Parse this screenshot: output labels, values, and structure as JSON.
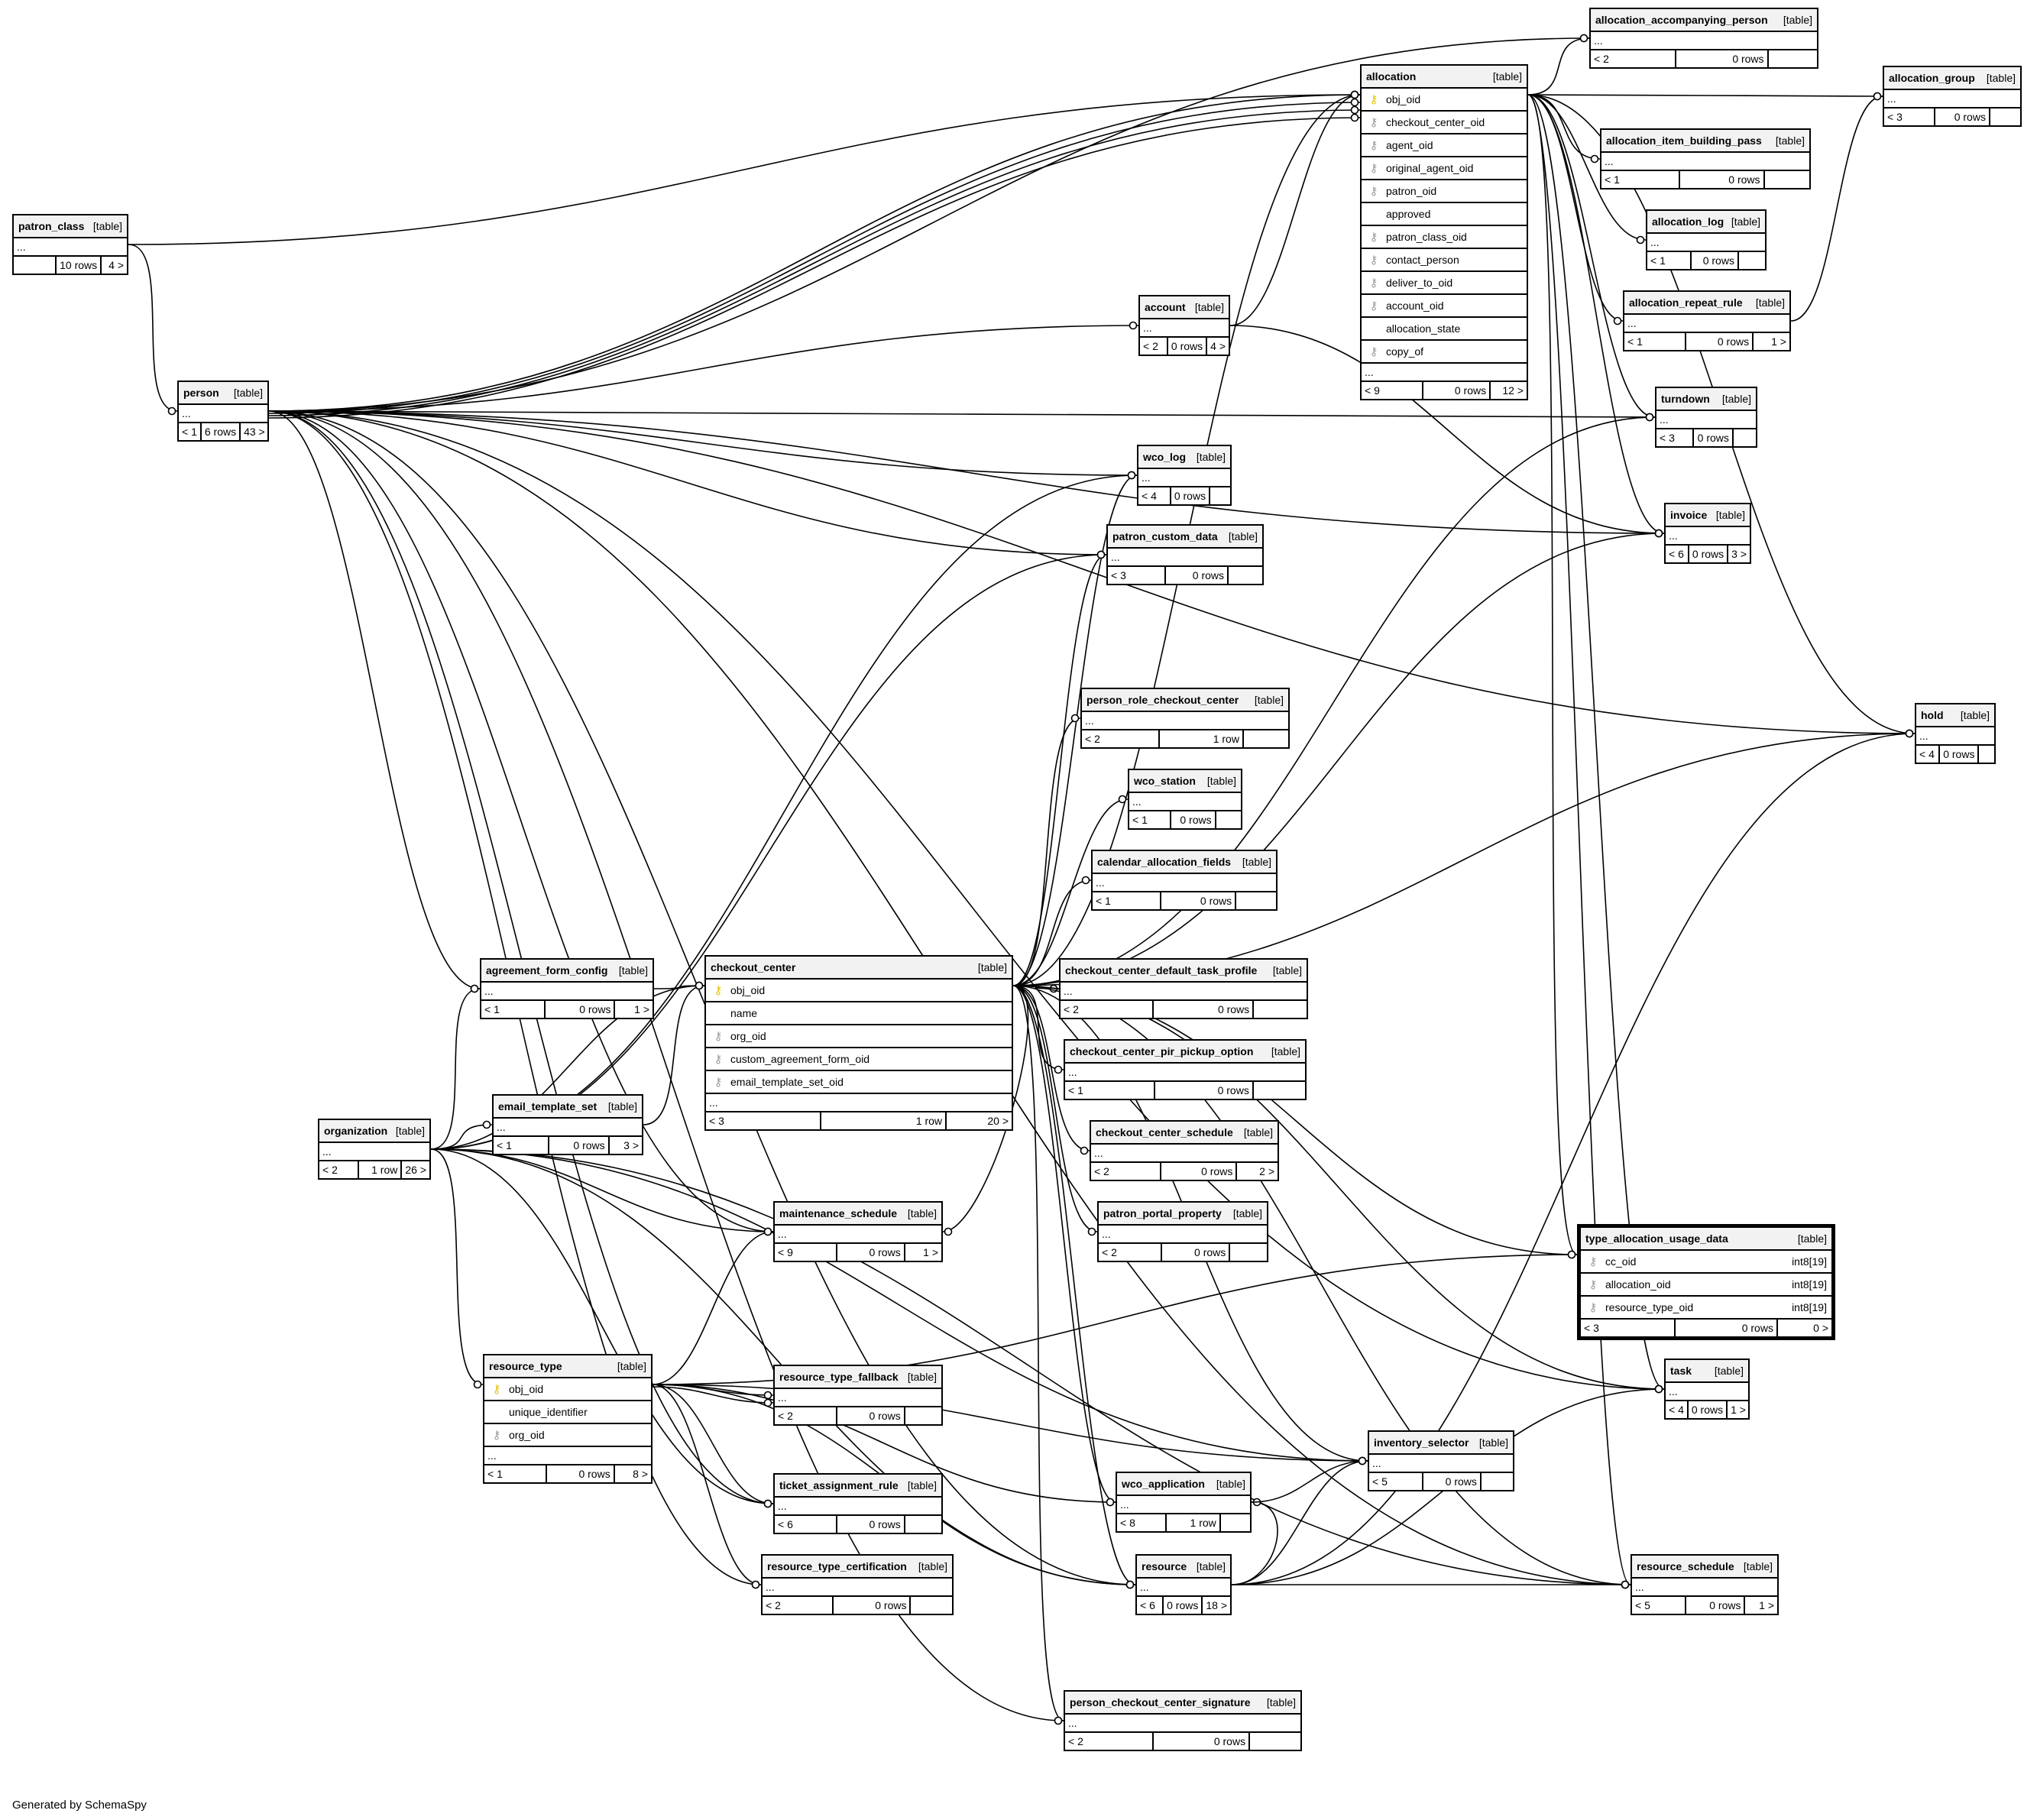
{
  "footer": "Generated by SchemaSpy",
  "tag": "[table]",
  "tables": [
    {
      "id": "allocation_accompanying_person",
      "name": "allocation_accompanying_person",
      "lt": "< 2",
      "rows": "0 rows",
      "gt": ""
    },
    {
      "id": "allocation",
      "name": "allocation",
      "lt": "< 9",
      "rows": "0 rows",
      "gt": "12 >",
      "columns": [
        {
          "icon": "pk",
          "name": "obj_oid"
        },
        {
          "icon": "fk",
          "name": "checkout_center_oid"
        },
        {
          "icon": "fk",
          "name": "agent_oid"
        },
        {
          "icon": "fk",
          "name": "original_agent_oid"
        },
        {
          "icon": "fk",
          "name": "patron_oid"
        },
        {
          "icon": "",
          "name": "approved"
        },
        {
          "icon": "fk",
          "name": "patron_class_oid"
        },
        {
          "icon": "fk",
          "name": "contact_person"
        },
        {
          "icon": "fk",
          "name": "deliver_to_oid"
        },
        {
          "icon": "fk",
          "name": "account_oid"
        },
        {
          "icon": "",
          "name": "allocation_state"
        },
        {
          "icon": "fk",
          "name": "copy_of"
        }
      ]
    },
    {
      "id": "allocation_group",
      "name": "allocation_group",
      "lt": "< 3",
      "rows": "0 rows",
      "gt": ""
    },
    {
      "id": "allocation_item_building_pass",
      "name": "allocation_item_building_pass",
      "lt": "< 1",
      "rows": "0 rows",
      "gt": ""
    },
    {
      "id": "allocation_log",
      "name": "allocation_log",
      "lt": "< 1",
      "rows": "0 rows",
      "gt": ""
    },
    {
      "id": "allocation_repeat_rule",
      "name": "allocation_repeat_rule",
      "lt": "< 1",
      "rows": "0 rows",
      "gt": "1 >"
    },
    {
      "id": "patron_class",
      "name": "patron_class",
      "lt": "",
      "rows": "10 rows",
      "gt": "4 >"
    },
    {
      "id": "account",
      "name": "account",
      "lt": "< 2",
      "rows": "0 rows",
      "gt": "4 >"
    },
    {
      "id": "turndown",
      "name": "turndown",
      "lt": "< 3",
      "rows": "0 rows",
      "gt": ""
    },
    {
      "id": "person",
      "name": "person",
      "lt": "< 1",
      "rows": "6 rows",
      "gt": "43 >"
    },
    {
      "id": "wco_log",
      "name": "wco_log",
      "lt": "< 4",
      "rows": "0 rows",
      "gt": ""
    },
    {
      "id": "invoice",
      "name": "invoice",
      "lt": "< 6",
      "rows": "0 rows",
      "gt": "3 >"
    },
    {
      "id": "patron_custom_data",
      "name": "patron_custom_data",
      "lt": "< 3",
      "rows": "0 rows",
      "gt": ""
    },
    {
      "id": "person_role_checkout_center",
      "name": "person_role_checkout_center",
      "lt": "< 2",
      "rows": "1 row",
      "gt": ""
    },
    {
      "id": "hold",
      "name": "hold",
      "lt": "< 4",
      "rows": "0 rows",
      "gt": ""
    },
    {
      "id": "wco_station",
      "name": "wco_station",
      "lt": "< 1",
      "rows": "0 rows",
      "gt": ""
    },
    {
      "id": "calendar_allocation_fields",
      "name": "calendar_allocation_fields",
      "lt": "< 1",
      "rows": "0 rows",
      "gt": ""
    },
    {
      "id": "agreement_form_config",
      "name": "agreement_form_config",
      "lt": "< 1",
      "rows": "0 rows",
      "gt": "1 >"
    },
    {
      "id": "checkout_center",
      "name": "checkout_center",
      "lt": "< 3",
      "rows": "1 row",
      "gt": "20 >",
      "columns": [
        {
          "icon": "pk",
          "name": "obj_oid"
        },
        {
          "icon": "",
          "name": "name"
        },
        {
          "icon": "fk",
          "name": "org_oid"
        },
        {
          "icon": "fk",
          "name": "custom_agreement_form_oid"
        },
        {
          "icon": "fk",
          "name": "email_template_set_oid"
        }
      ]
    },
    {
      "id": "checkout_center_default_task_profile",
      "name": "checkout_center_default_task_profile",
      "lt": "< 2",
      "rows": "0 rows",
      "gt": ""
    },
    {
      "id": "checkout_center_pir_pickup_option",
      "name": "checkout_center_pir_pickup_option",
      "lt": "< 1",
      "rows": "0 rows",
      "gt": ""
    },
    {
      "id": "email_template_set",
      "name": "email_template_set",
      "lt": "< 1",
      "rows": "0 rows",
      "gt": "3 >"
    },
    {
      "id": "organization",
      "name": "organization",
      "lt": "< 2",
      "rows": "1 row",
      "gt": "26 >"
    },
    {
      "id": "checkout_center_schedule",
      "name": "checkout_center_schedule",
      "lt": "< 2",
      "rows": "0 rows",
      "gt": "2 >"
    },
    {
      "id": "maintenance_schedule",
      "name": "maintenance_schedule",
      "lt": "< 9",
      "rows": "0 rows",
      "gt": "1 >"
    },
    {
      "id": "patron_portal_property",
      "name": "patron_portal_property",
      "lt": "< 2",
      "rows": "0 rows",
      "gt": ""
    },
    {
      "id": "type_allocation_usage_data",
      "name": "type_allocation_usage_data",
      "lt": "< 3",
      "rows": "0 rows",
      "gt": "0 >",
      "focus": true,
      "columns": [
        {
          "icon": "fk",
          "name": "cc_oid",
          "type": "int8[19]"
        },
        {
          "icon": "fk",
          "name": "allocation_oid",
          "type": "int8[19]"
        },
        {
          "icon": "fk",
          "name": "resource_type_oid",
          "type": "int8[19]"
        }
      ]
    },
    {
      "id": "resource_type",
      "name": "resource_type",
      "lt": "< 1",
      "rows": "0 rows",
      "gt": "8 >",
      "columns": [
        {
          "icon": "pk",
          "name": "obj_oid"
        },
        {
          "icon": "",
          "name": "unique_identifier"
        },
        {
          "icon": "fk",
          "name": "org_oid"
        }
      ]
    },
    {
      "id": "resource_type_fallback",
      "name": "resource_type_fallback",
      "lt": "< 2",
      "rows": "0 rows",
      "gt": ""
    },
    {
      "id": "task",
      "name": "task",
      "lt": "< 4",
      "rows": "0 rows",
      "gt": "1 >"
    },
    {
      "id": "inventory_selector",
      "name": "inventory_selector",
      "lt": "< 5",
      "rows": "0 rows",
      "gt": ""
    },
    {
      "id": "wco_application",
      "name": "wco_application",
      "lt": "< 8",
      "rows": "1 row",
      "gt": ""
    },
    {
      "id": "ticket_assignment_rule",
      "name": "ticket_assignment_rule",
      "lt": "< 6",
      "rows": "0 rows",
      "gt": ""
    },
    {
      "id": "resource",
      "name": "resource",
      "lt": "< 6",
      "rows": "0 rows",
      "gt": "18 >"
    },
    {
      "id": "resource_type_certification",
      "name": "resource_type_certification",
      "lt": "< 2",
      "rows": "0 rows",
      "gt": ""
    },
    {
      "id": "resource_schedule",
      "name": "resource_schedule",
      "lt": "< 5",
      "rows": "0 rows",
      "gt": "1 >"
    },
    {
      "id": "person_checkout_center_signature",
      "name": "person_checkout_center_signature",
      "lt": "< 2",
      "rows": "0 rows",
      "gt": ""
    }
  ],
  "edges": [
    [
      "person",
      "allocation_accompanying_person"
    ],
    [
      "person",
      "allocation"
    ],
    [
      "person",
      "allocation"
    ],
    [
      "person",
      "allocation"
    ],
    [
      "person",
      "allocation"
    ],
    [
      "person",
      "account"
    ],
    [
      "person",
      "wco_log"
    ],
    [
      "person",
      "patron_custom_data"
    ],
    [
      "person",
      "invoice"
    ],
    [
      "person",
      "turndown"
    ],
    [
      "person",
      "hold"
    ],
    [
      "person",
      "agreement_form_config"
    ],
    [
      "person",
      "maintenance_schedule"
    ],
    [
      "person",
      "ticket_assignment_rule"
    ],
    [
      "person",
      "resource_type_certification"
    ],
    [
      "person",
      "resource"
    ],
    [
      "person",
      "person_checkout_center_signature"
    ],
    [
      "person",
      "resource_schedule"
    ],
    [
      "person",
      "task"
    ],
    [
      "patron_class",
      "person"
    ],
    [
      "patron_class",
      "allocation"
    ],
    [
      "allocation",
      "allocation_accompanying_person"
    ],
    [
      "allocation",
      "allocation_group"
    ],
    [
      "allocation",
      "allocation_item_building_pass"
    ],
    [
      "allocation",
      "allocation_log"
    ],
    [
      "allocation",
      "allocation_repeat_rule"
    ],
    [
      "allocation",
      "turndown"
    ],
    [
      "allocation",
      "invoice"
    ],
    [
      "allocation",
      "type_allocation_usage_data"
    ],
    [
      "allocation",
      "task"
    ],
    [
      "allocation",
      "resource_schedule"
    ],
    [
      "allocation",
      "hold"
    ],
    [
      "allocation_repeat_rule",
      "allocation_group"
    ],
    [
      "account",
      "allocation"
    ],
    [
      "account",
      "invoice"
    ],
    [
      "checkout_center",
      "allocation"
    ],
    [
      "checkout_center",
      "wco_log"
    ],
    [
      "checkout_center",
      "patron_custom_data"
    ],
    [
      "checkout_center",
      "person_role_checkout_center"
    ],
    [
      "checkout_center",
      "wco_station"
    ],
    [
      "checkout_center",
      "calendar_allocation_fields"
    ],
    [
      "checkout_center",
      "checkout_center_default_task_profile"
    ],
    [
      "checkout_center",
      "checkout_center_pir_pickup_option"
    ],
    [
      "checkout_center",
      "checkout_center_schedule"
    ],
    [
      "checkout_center",
      "patron_portal_property"
    ],
    [
      "checkout_center",
      "type_allocation_usage_data"
    ],
    [
      "checkout_center",
      "invoice"
    ],
    [
      "checkout_center",
      "turndown"
    ],
    [
      "checkout_center",
      "hold"
    ],
    [
      "checkout_center",
      "inventory_selector"
    ],
    [
      "checkout_center",
      "wco_application"
    ],
    [
      "checkout_center",
      "resource"
    ],
    [
      "checkout_center",
      "task"
    ],
    [
      "checkout_center",
      "person_checkout_center_signature"
    ],
    [
      "checkout_center",
      "resource_schedule"
    ],
    [
      "checkout_center",
      "maintenance_schedule"
    ],
    [
      "agreement_form_config",
      "checkout_center"
    ],
    [
      "email_template_set",
      "checkout_center"
    ],
    [
      "organization",
      "checkout_center"
    ],
    [
      "organization",
      "email_template_set"
    ],
    [
      "organization",
      "resource_type"
    ],
    [
      "organization",
      "maintenance_schedule"
    ],
    [
      "organization",
      "ticket_assignment_rule"
    ],
    [
      "organization",
      "resource"
    ],
    [
      "organization",
      "inventory_selector"
    ],
    [
      "organization",
      "resource_schedule"
    ],
    [
      "organization",
      "wco_log"
    ],
    [
      "organization",
      "agreement_form_config"
    ],
    [
      "organization",
      "patron_custom_data"
    ],
    [
      "resource_type",
      "resource_type_fallback"
    ],
    [
      "resource_type",
      "resource_type_fallback"
    ],
    [
      "resource_type",
      "ticket_assignment_rule"
    ],
    [
      "resource_type",
      "resource_type_certification"
    ],
    [
      "resource_type",
      "maintenance_schedule"
    ],
    [
      "resource_type",
      "inventory_selector"
    ],
    [
      "resource_type",
      "resource"
    ],
    [
      "resource_type",
      "type_allocation_usage_data"
    ],
    [
      "resource_type",
      "wco_application"
    ],
    [
      "resource",
      "inventory_selector"
    ],
    [
      "resource",
      "resource_schedule"
    ],
    [
      "resource",
      "task"
    ],
    [
      "resource",
      "hold"
    ],
    [
      "resource",
      "wco_application"
    ],
    [
      "wco_application",
      "inventory_selector"
    ]
  ]
}
